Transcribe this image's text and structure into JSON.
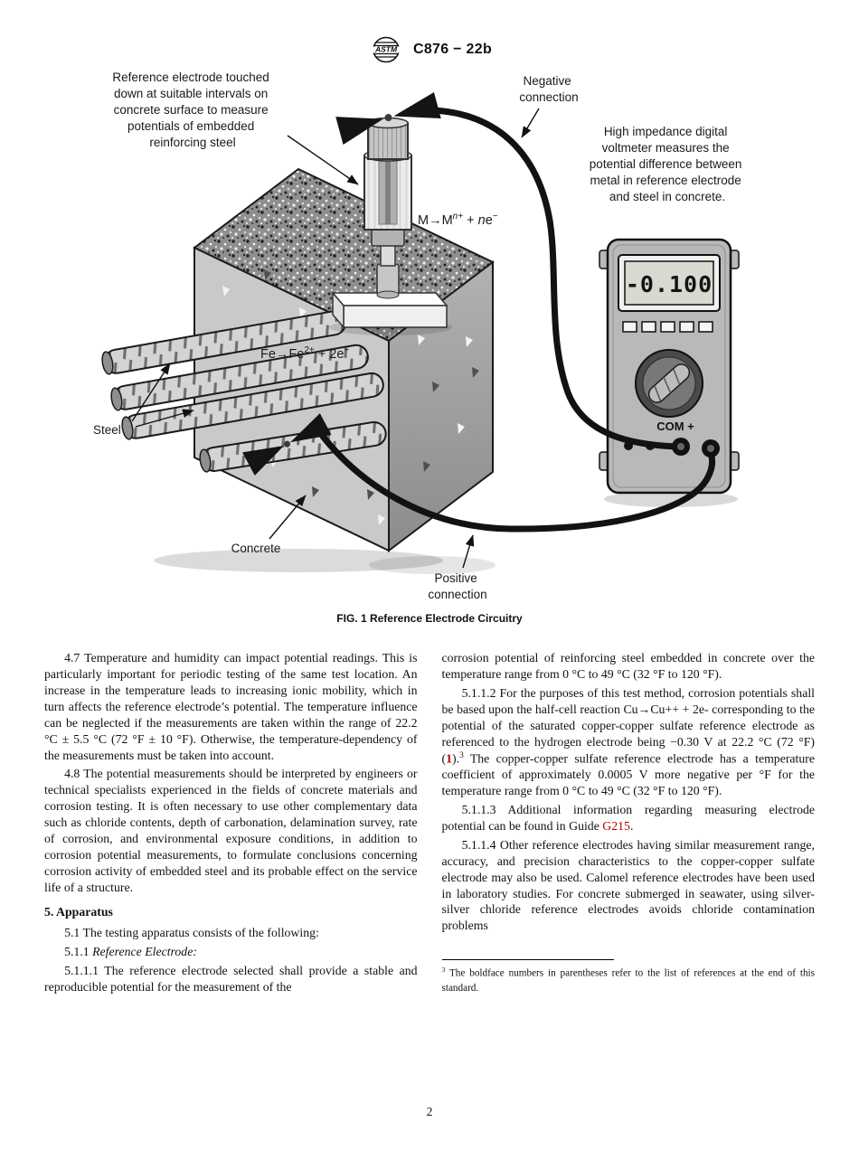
{
  "header": {
    "code": "C876 − 22b",
    "logo_text": "ASTM"
  },
  "figure": {
    "caption": "FIG. 1 Reference Electrode Circuitry",
    "ref_note_lines": [
      "Reference electrode touched",
      "down at suitable intervals on",
      "concrete surface to measure",
      "potentials of embedded",
      "reinforcing steel"
    ],
    "negative_lines": [
      "Negative",
      "connection"
    ],
    "positive_lines": [
      "Positive",
      "connection"
    ],
    "voltmeter_note_lines": [
      "High impedance digital",
      "voltmeter measures the",
      "potential difference between",
      "metal in reference electrode",
      "and steel in concrete."
    ],
    "steel_label": "Steel",
    "concrete_label": "Concrete",
    "eq_metal": {
      "p1": "M→M",
      "sup1": "n+",
      "p2": " + ",
      "pn": "n",
      "p3": "e",
      "sup2": "−"
    },
    "eq_iron": {
      "p1": "Fe→Fe",
      "sup1": "2+",
      "p2": " + 2e",
      "sup2": "−"
    },
    "meter": {
      "display": "-0.100",
      "terminals_label": "COM +"
    }
  },
  "body": {
    "left": {
      "p_4_7": "4.7 Temperature and humidity can impact potential readings. This is particularly important for periodic testing of the same test location. An increase in the temperature leads to increasing ionic mobility, which in turn affects the reference electrode’s potential. The temperature influence can be neglected if the measurements are taken within the range of 22.2 °C ± 5.5 °C (72 °F ± 10 °F). Otherwise, the temperature-dependency of the measurements must be taken into account.",
      "p_4_8": "4.8 The potential measurements should be interpreted by engineers or technical specialists experienced in the fields of concrete materials and corrosion testing. It is often necessary to use other complementary data such as chloride contents, depth of carbonation, delamination survey, rate of corrosion, and environmental exposure conditions, in addition to corrosion potential measurements, to formulate conclusions concerning corrosion activity of embedded steel and its probable effect on the service life of a structure.",
      "h5": "5. Apparatus",
      "p_5_1": "5.1 The testing apparatus consists of the following:",
      "p_5_1_1_num": "5.1.1",
      "p_5_1_1_title": "Reference Electrode:",
      "p_5_1_1_1": "5.1.1.1 The reference electrode selected shall provide a stable and reproducible potential for the measurement of the"
    },
    "right": {
      "p_cont": "corrosion potential of reinforcing steel embedded in concrete over the temperature range from 0 °C to 49 °C (32 °F to 120 °F).",
      "p_5112": {
        "a": "5.1.1.2 For the purposes of this test method, corrosion potentials shall be based upon the half-cell reaction Cu→Cu++ + 2e- corresponding to the potential of the saturated copper-copper sulfate reference electrode as referenced to the hydrogen electrode being −0.30 V at 22.2 °C (72 °F) (",
        "ref": "1",
        "b": ").",
        "fn": "3",
        "c": " The copper-copper sulfate reference electrode has a temperature coefficient of approximately 0.0005 V more negative per °F for the temperature range from 0 °C to 49 °C (32 °F to 120 °F)."
      },
      "p_5113": {
        "a": "5.1.1.3 Additional information regarding measuring electrode potential can be found in Guide ",
        "link": "G215",
        "b": "."
      },
      "p_5114": "5.1.1.4 Other reference electrodes having similar measurement range, accuracy, and precision characteristics to the copper-copper sulfate electrode may also be used. Calomel reference electrodes have been used in laboratory studies. For concrete submerged in seawater, using silver-silver chloride reference electrodes avoids chloride contamination problems"
    },
    "footnote": {
      "sup": "3",
      "text": " The boldface numbers in parentheses refer to the list of references at the end of this standard."
    },
    "page_number": "2"
  }
}
